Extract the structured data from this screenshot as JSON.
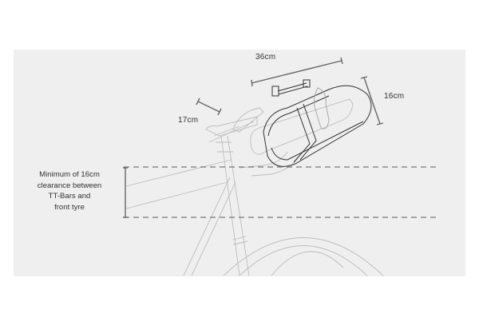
{
  "dimensions": {
    "length": "36cm",
    "height": "16cm",
    "depth": "17cm"
  },
  "clearance_note": [
    "Minimum of 16cm",
    "clearance between",
    "TT-Bars and",
    "front tyre"
  ],
  "colors": {
    "background": "#efefef",
    "dimension_lines": "#666666",
    "bike_lines": "#b8b8b8",
    "bag_lines": "#333333"
  }
}
